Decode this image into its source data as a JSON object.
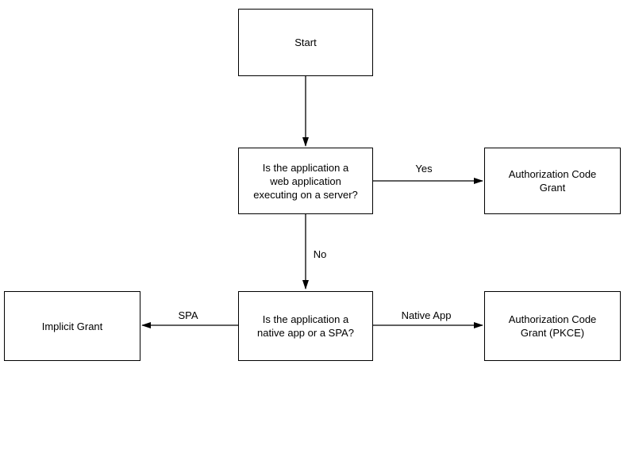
{
  "diagram": {
    "type": "flowchart",
    "nodes": {
      "start": {
        "lines": [
          "Start"
        ]
      },
      "web_app_question": {
        "lines": [
          "Is the application a",
          "web application",
          "executing on a server?"
        ]
      },
      "auth_code_grant": {
        "lines": [
          "Authorization Code",
          "Grant"
        ]
      },
      "native_spa_question": {
        "lines": [
          "Is the application a",
          "native app or a SPA?"
        ]
      },
      "implicit_grant": {
        "lines": [
          "Implicit Grant"
        ]
      },
      "auth_code_grant_pkce": {
        "lines": [
          "Authorization Code",
          "Grant (PKCE)"
        ]
      }
    },
    "edge_labels": {
      "yes": "Yes",
      "no": "No",
      "spa": "SPA",
      "native_app": "Native App"
    },
    "colors": {
      "stroke": "#000000",
      "text": "#000000",
      "background": "#ffffff"
    }
  }
}
